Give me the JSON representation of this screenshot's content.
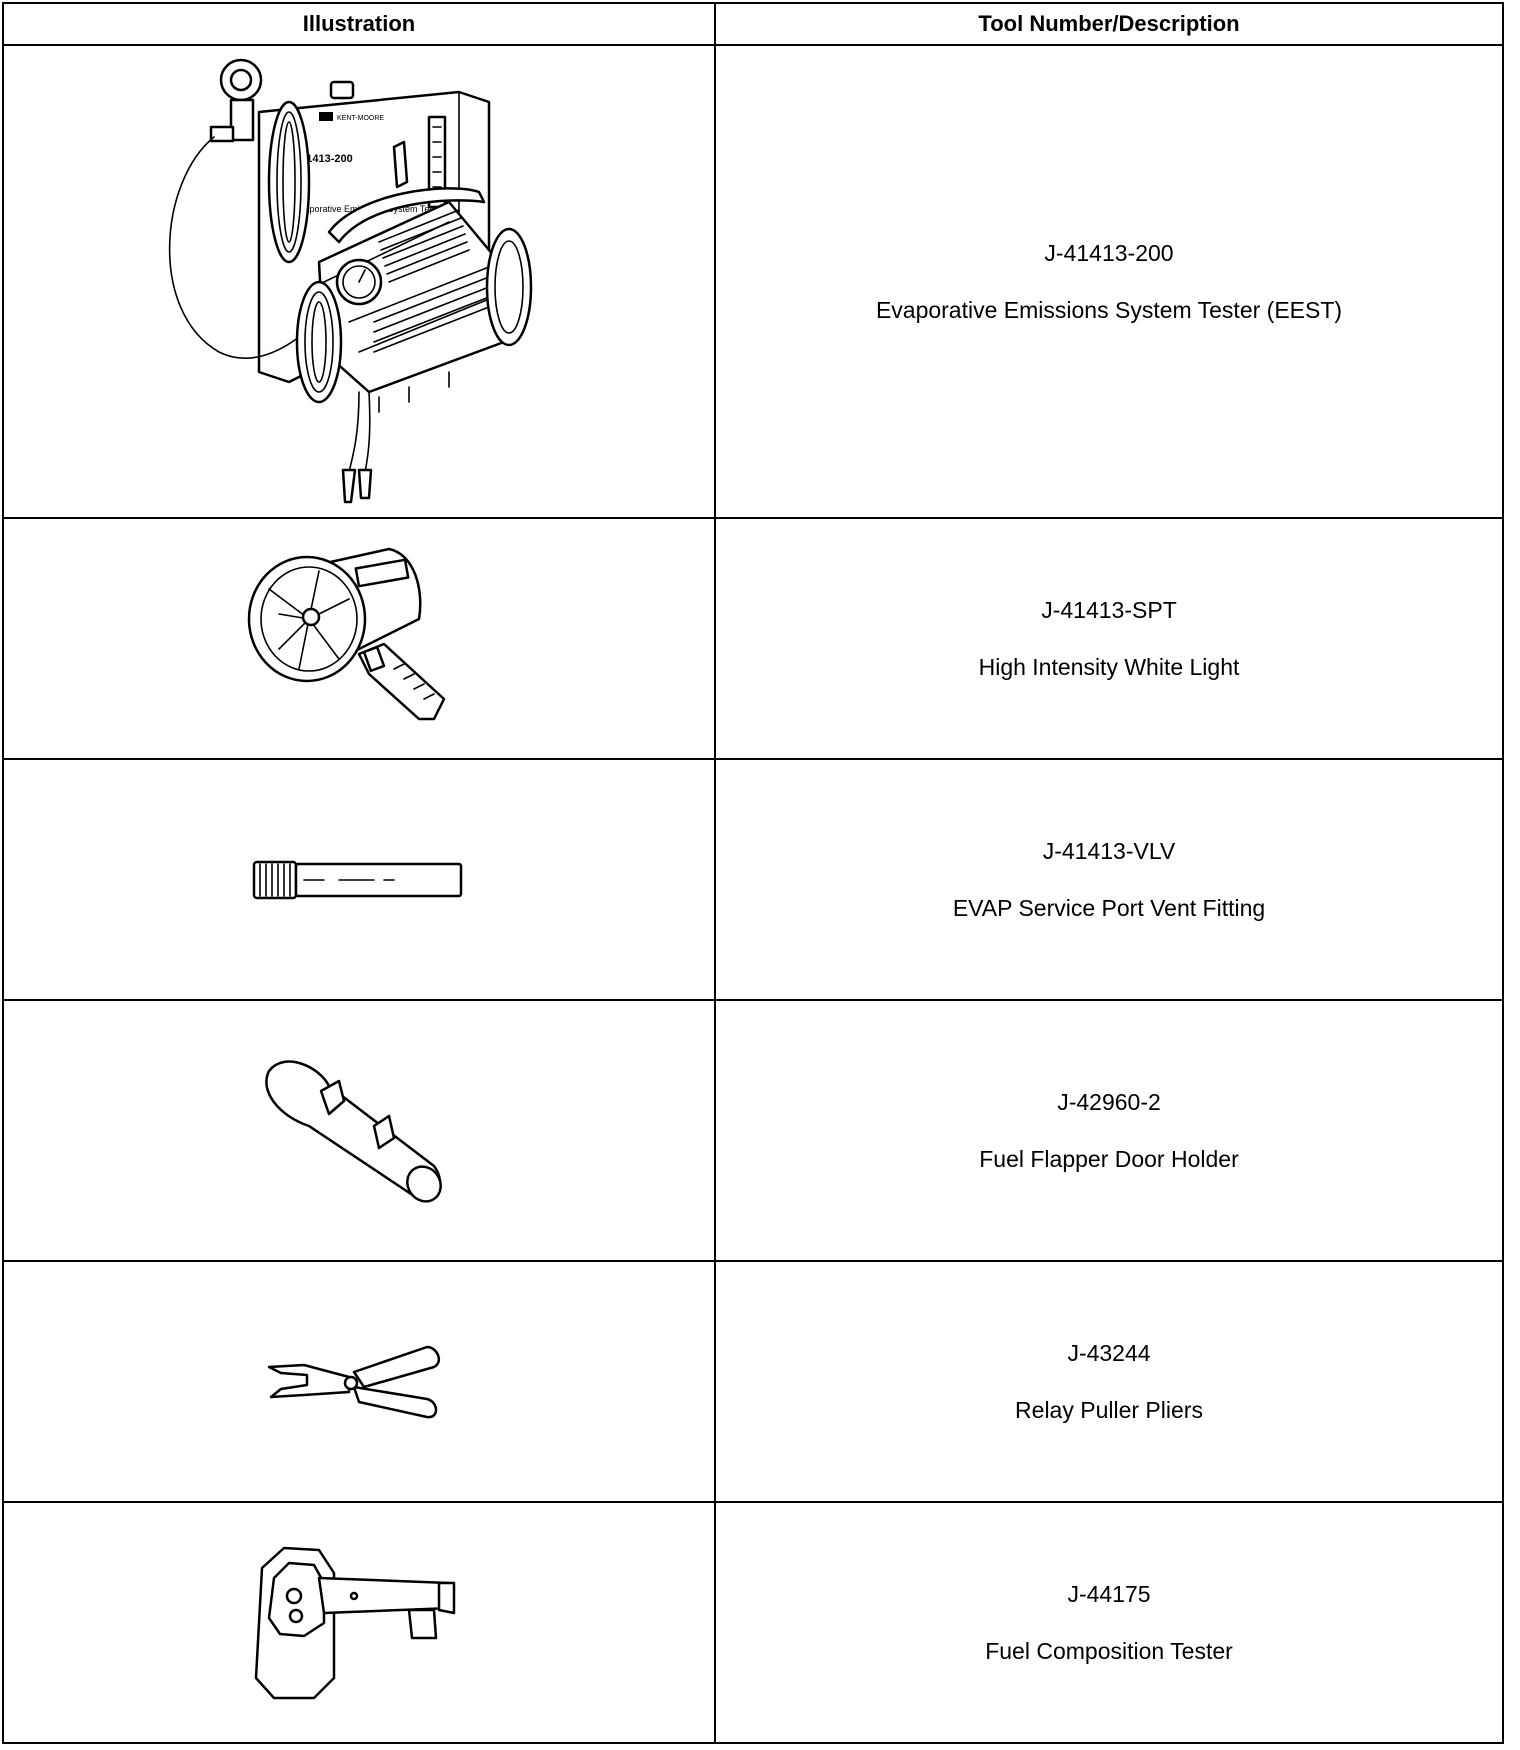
{
  "table": {
    "headers": {
      "illustration": "Illustration",
      "description": "Tool Number/Description"
    },
    "rows": [
      {
        "number": "J-41413-200",
        "name": "Evaporative Emissions System Tester (EEST)",
        "icon": "evap-tester-icon",
        "illustration_text": {
          "brand": "KENT-MOORE",
          "model": "J41413-200",
          "label": "Evaporative Emissions System Tester"
        }
      },
      {
        "number": "J-41413-SPT",
        "name": "High Intensity White Light",
        "icon": "spotlight-icon"
      },
      {
        "number": "J-41413-VLV",
        "name": "EVAP Service Port Vent Fitting",
        "icon": "vent-fitting-icon"
      },
      {
        "number": "J-42960-2",
        "name": "Fuel Flapper Door Holder",
        "icon": "flapper-door-holder-icon"
      },
      {
        "number": "J-43244",
        "name": "Relay Puller Pliers",
        "icon": "relay-pliers-icon"
      },
      {
        "number": "J-44175",
        "name": "Fuel Composition Tester",
        "icon": "fuel-composition-tester-icon"
      }
    ]
  }
}
